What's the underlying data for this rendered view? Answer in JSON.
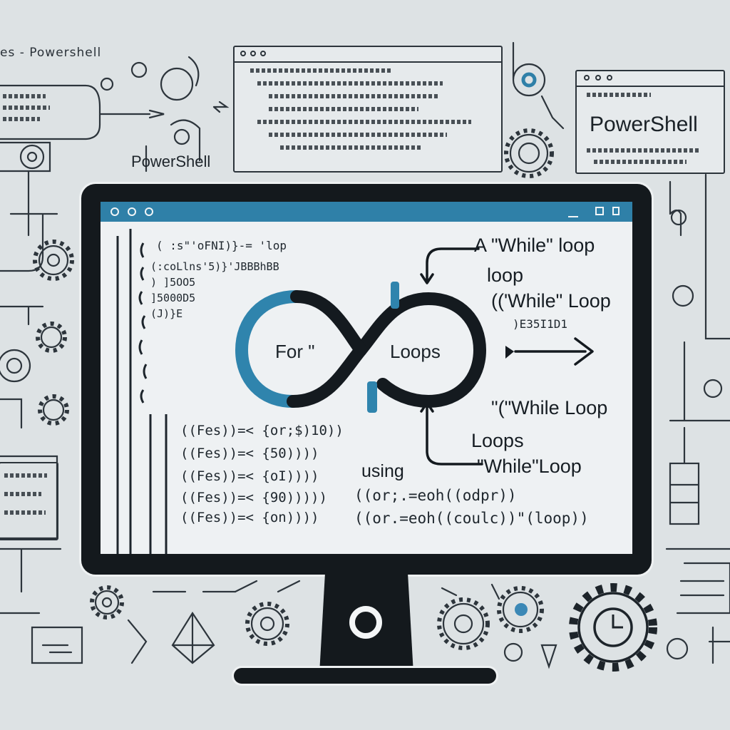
{
  "background": {
    "top_left_label": "es - Powershell",
    "powershell_label_left": "PowerShell",
    "powershell_window_title": "PowerShell"
  },
  "screen": {
    "accent_color": "#2f80a8",
    "code_lines_top": [
      "( :s\"'oFNI)}-= 'lop",
      "(:coLlns'5)}'JBBBhBB",
      ") ]5OO5",
      "]5000D5",
      "(J)}E"
    ],
    "code_lines_bottom": [
      "((Fes))=< {or;$)10))",
      "((Fes))=< {50))))",
      "((Fes))=< {oI))))",
      "((Fes))=< {90)))))",
      "((Fes))=< {on))))"
    ],
    "infinity": {
      "left_label": "For \"",
      "right_label": "Loops"
    },
    "annotations": {
      "while_loop_a": "A \"While\" loop",
      "loop": "loop",
      "while_loop_paren": "(('While\" Loop",
      "small_code": ")E35I1D1",
      "while_loop_lower": "\"(\"While Loop",
      "loops": "Loops",
      "while_loop_quoted": "\"While\"Loop",
      "using": "using",
      "expr_1": "((or;.=eoh((odpr))",
      "expr_2": "((or.=eoh((coulc))\"(loop))"
    }
  }
}
